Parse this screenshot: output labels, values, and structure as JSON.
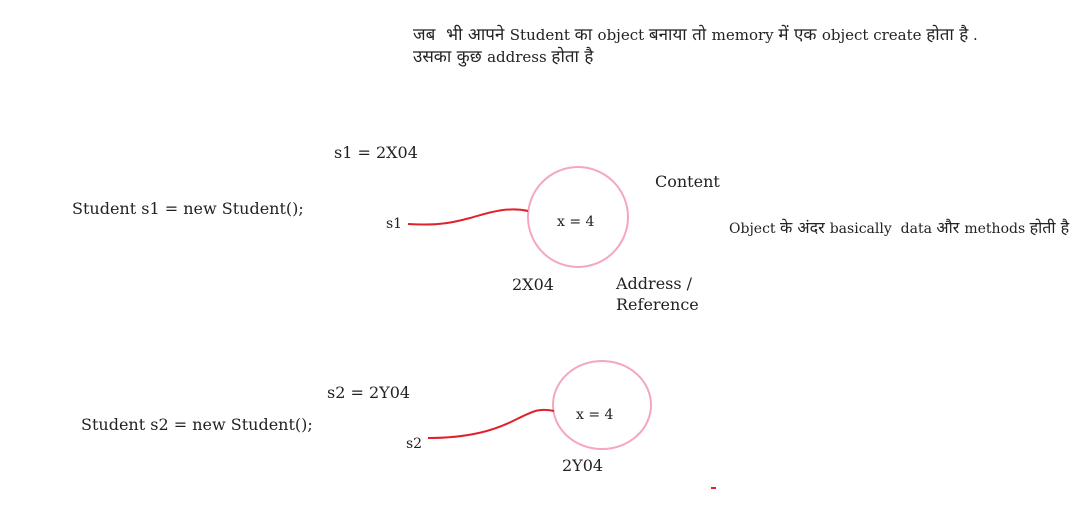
{
  "note": {
    "line1": [
      {
        "text": "जब  भी आपने ",
        "hindi": true
      },
      {
        "text": "Student ",
        "hindi": false
      },
      {
        "text": "का ",
        "hindi": true
      },
      {
        "text": "object ",
        "hindi": false
      },
      {
        "text": "बनाया तो ",
        "hindi": true
      },
      {
        "text": "memory ",
        "hindi": false
      },
      {
        "text": "में एक ",
        "hindi": true
      },
      {
        "text": "object create ",
        "hindi": false
      },
      {
        "text": "होता है",
        "hindi": true
      },
      {
        "text": " .",
        "hindi": false
      }
    ],
    "line2": [
      {
        "text": "उसका कुछ ",
        "hindi": true
      },
      {
        "text": "address ",
        "hindi": false
      },
      {
        "text": "होता है",
        "hindi": true
      }
    ]
  },
  "object1": {
    "ref_value": "s1 = 2X04",
    "declaration": "Student s1 = new Student();",
    "var_label": "s1",
    "content_label": "Content",
    "field": "x = 4",
    "address": "2X04",
    "address_label_1": "Address /",
    "address_label_2": "Reference"
  },
  "object2": {
    "ref_value": "s2 = 2Y04",
    "declaration": "Student s2 = new Student();",
    "var_label": "s2",
    "field": "x = 4",
    "address": "2Y04"
  },
  "explanation": [
    {
      "text": "Object ",
      "hindi": false
    },
    {
      "text": "के अंदर ",
      "hindi": true
    },
    {
      "text": "basically  data ",
      "hindi": false
    },
    {
      "text": "और ",
      "hindi": true
    },
    {
      "text": "methods ",
      "hindi": false
    },
    {
      "text": "होती है",
      "hindi": true
    }
  ],
  "colors": {
    "circle": "#f4a7bd",
    "pointer": "#e0222a"
  }
}
